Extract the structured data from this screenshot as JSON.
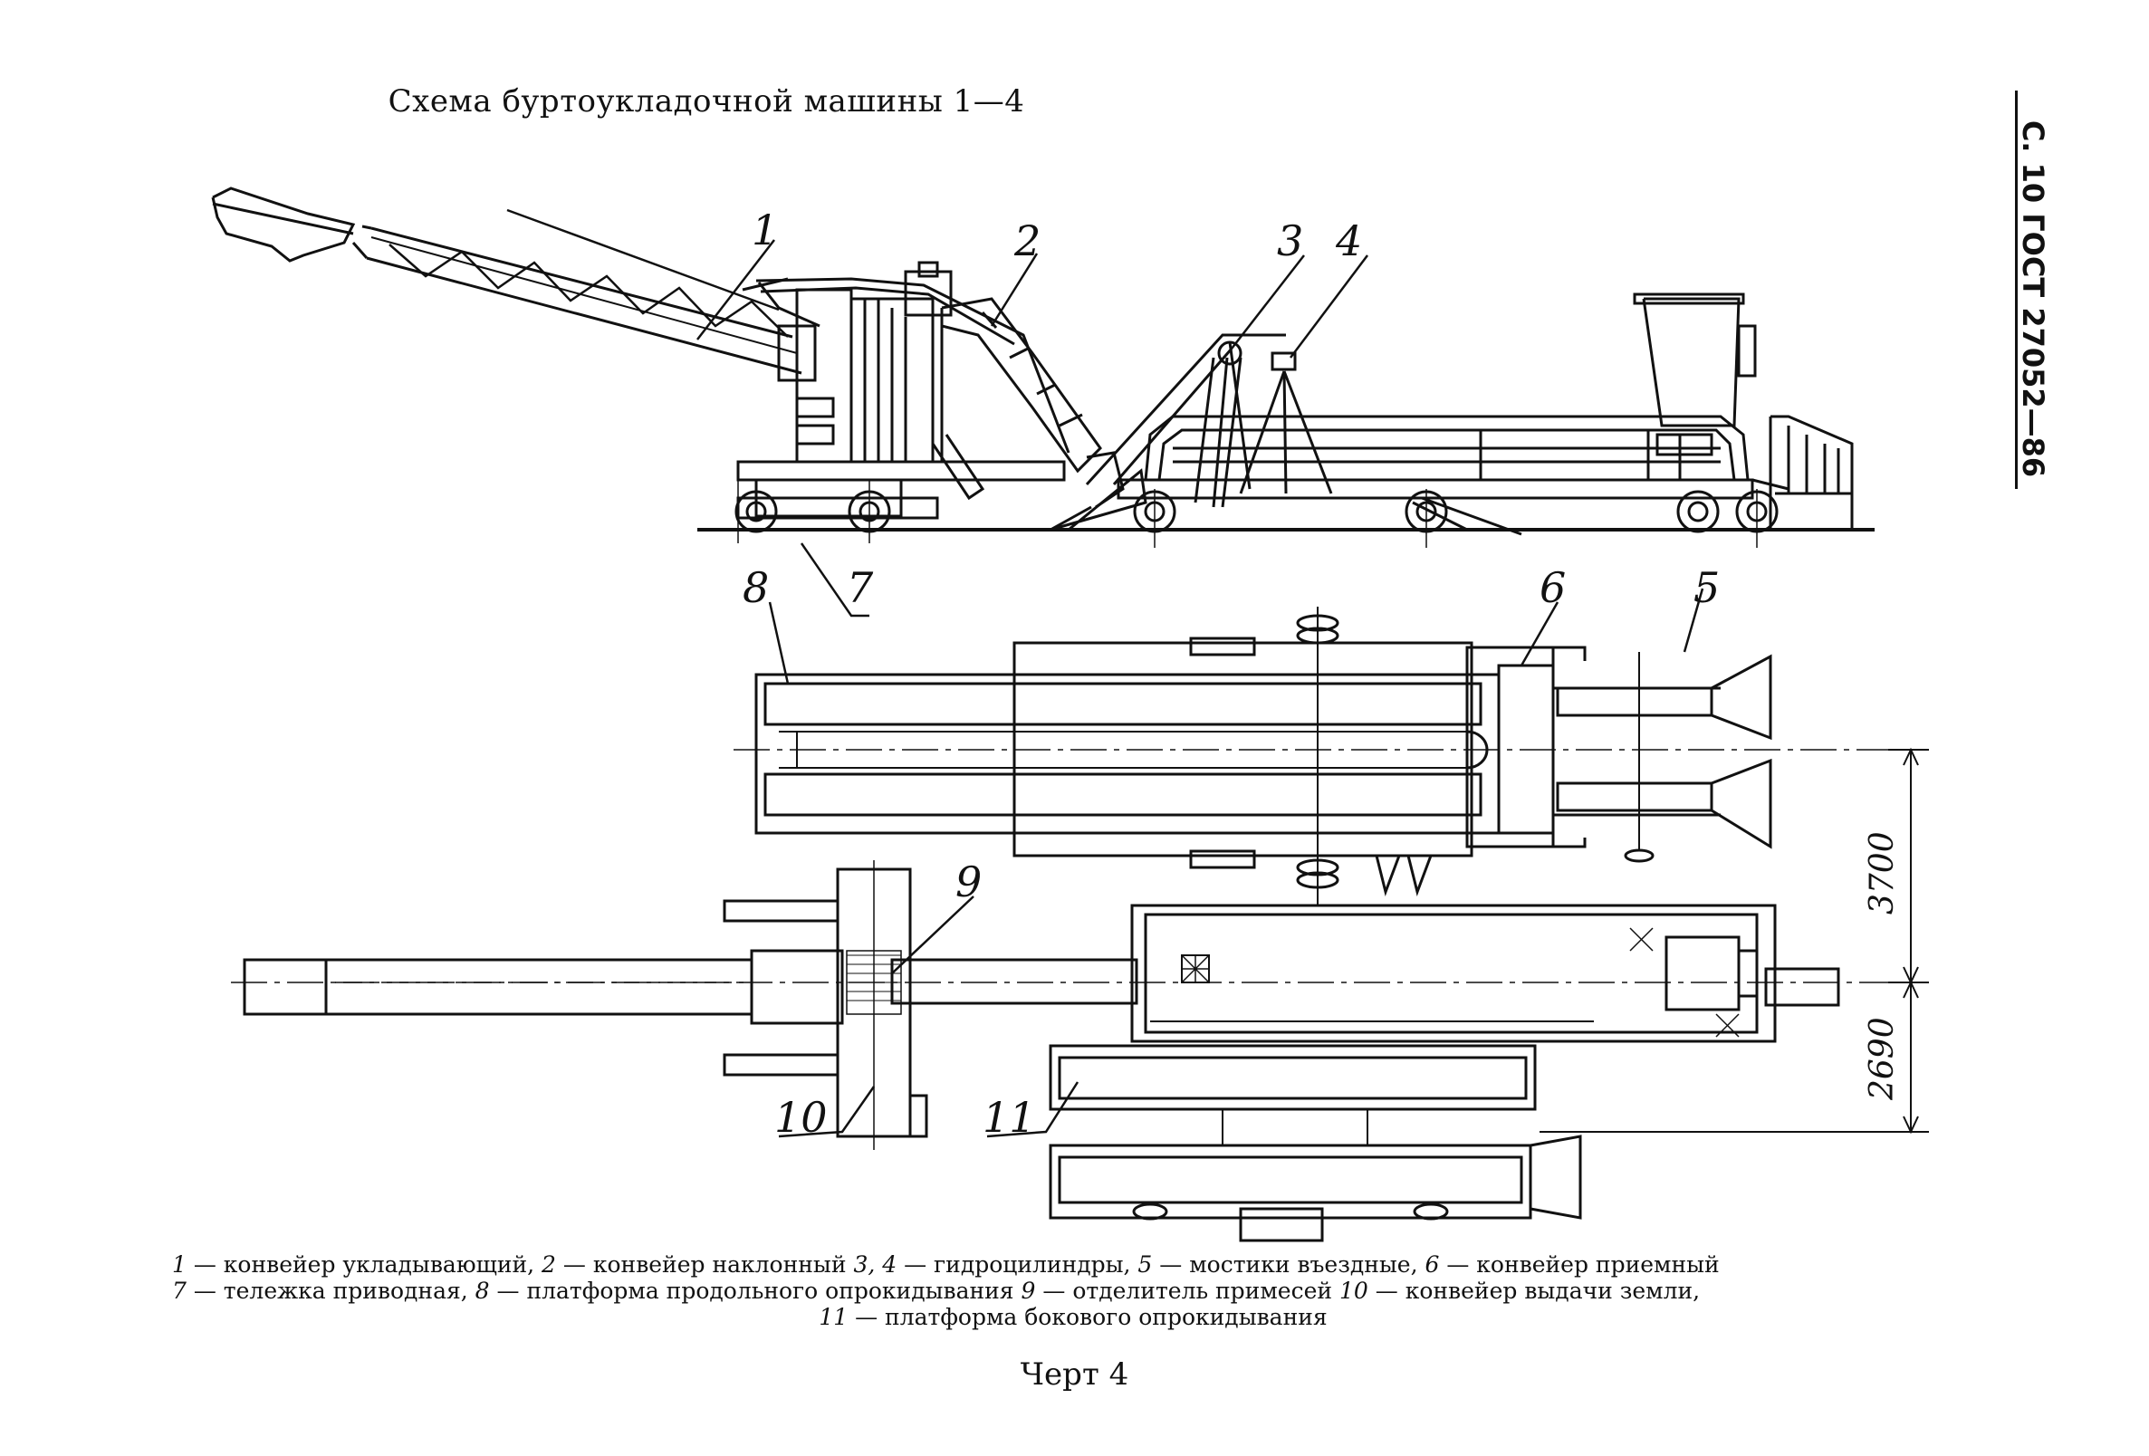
{
  "title": "Схема буртоукладочной машины 1—4",
  "page_header": "С. 10 ГОСТ 27052—86",
  "callouts": {
    "c1": "1",
    "c2": "2",
    "c3": "3",
    "c4": "4",
    "c5": "5",
    "c6": "6",
    "c7": "7",
    "c8": "8",
    "c9": "9",
    "c10": "10",
    "c11": "11"
  },
  "dimensions": {
    "d1": "3700",
    "d2": "2690"
  },
  "legend": [
    {
      "num": "1",
      "text": "— конвейер укладывающий,"
    },
    {
      "num": "2",
      "text": "— конвейер наклонный"
    },
    {
      "num": "3, 4",
      "text": "— гидроцилиндры,"
    },
    {
      "num": "5",
      "text": "— мостики въездные,"
    },
    {
      "num": "6",
      "text": "— конвейер приемный"
    },
    {
      "num": "7",
      "text": "— тележка приводная,"
    },
    {
      "num": "8",
      "text": "— платформа продольного опрокидывания"
    },
    {
      "num": "9",
      "text": "— отделитель примесей"
    },
    {
      "num": "10",
      "text": "— конвейер выдачи земли,"
    },
    {
      "num": "11",
      "text": "— платформа бокового опрокидывания"
    }
  ],
  "caption": "Черт 4"
}
